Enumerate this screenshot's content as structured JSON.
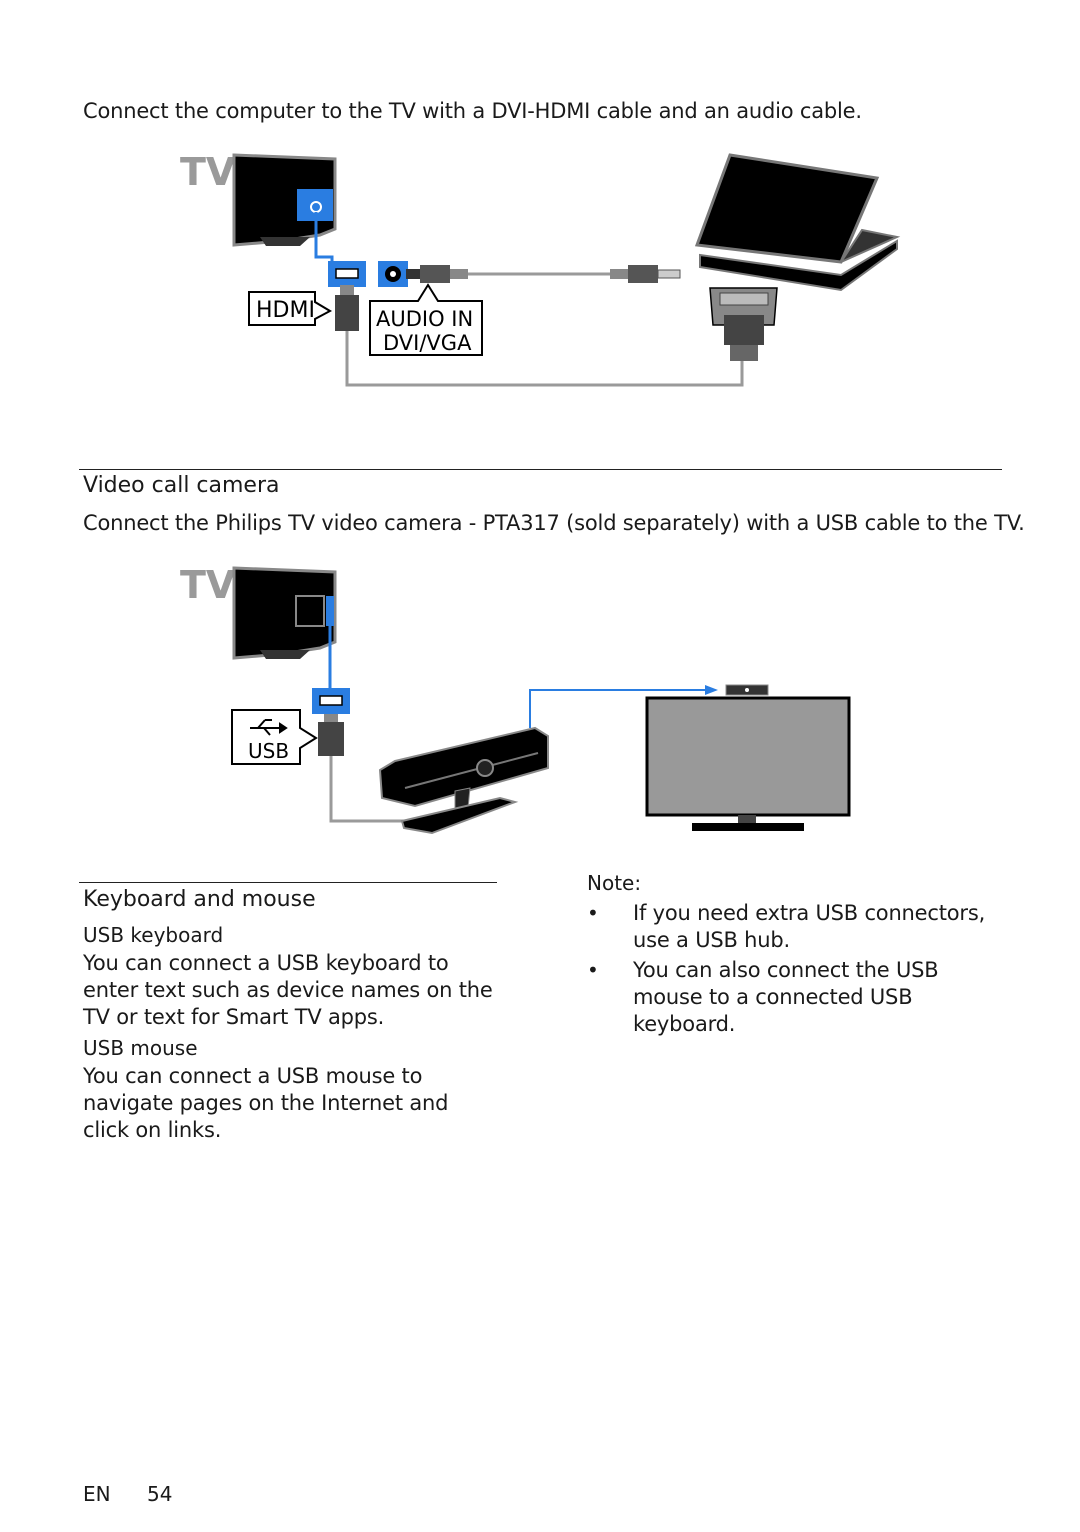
{
  "intro": {
    "text": "Connect the computer to the TV with a DVI-HDMI cable and an audio cable."
  },
  "diagram1": {
    "tv_label": "TV",
    "hdmi_label": "HDMI",
    "audio_label_line1": "AUDIO IN",
    "audio_label_line2": "DVI/VGA"
  },
  "video_call": {
    "heading": "Video call camera",
    "text": "Connect the Philips TV video camera - PTA317 (sold separately) with a USB cable to the TV."
  },
  "diagram2": {
    "tv_label": "TV",
    "usb_label": "USB"
  },
  "keyboard_mouse": {
    "heading": "Keyboard and mouse",
    "keyboard_title": "USB keyboard",
    "keyboard_text": "You can connect a USB keyboard to enter text such as device names on the TV or text for Smart TV apps.",
    "mouse_title": "USB mouse",
    "mouse_text": "You can connect a USB mouse to navigate pages on the Internet and click on links."
  },
  "note": {
    "title": "Note:",
    "items": [
      "If you need extra USB connectors, use a USB hub.",
      "You can also connect the USB mouse to a connected USB keyboard."
    ]
  },
  "footer": {
    "lang": "EN",
    "page": "54"
  },
  "colors": {
    "accent_blue": "#2a7de1",
    "cable_gray": "#9a9a9a",
    "device_black": "#000000"
  }
}
